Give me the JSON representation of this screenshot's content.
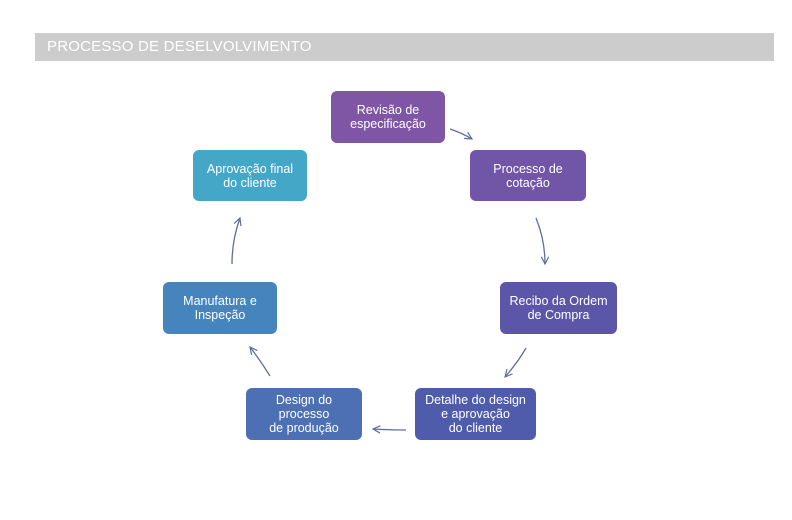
{
  "header": {
    "title": "PROCESSO DE DESELVOLVIMENTO"
  },
  "diagram": {
    "type": "cycle",
    "steps": [
      {
        "label": "Revisão de\nespecificação",
        "color": "#7f56a6"
      },
      {
        "label": "Processo de\ncotação",
        "color": "#7155a6"
      },
      {
        "label": "Recibo da Ordem\nde Compra",
        "color": "#5c56a8"
      },
      {
        "label": "Detalhe do design\ne aprovação\ndo cliente",
        "color": "#4f5cac"
      },
      {
        "label": "Design do processo\nde produção",
        "color": "#4c70b3"
      },
      {
        "label": "Manufatura e\nInspeção",
        "color": "#4684bd"
      },
      {
        "label": "Aprovação final\ndo cliente",
        "color": "#44a7c8"
      }
    ],
    "arrow_color": "#5f6e9c"
  }
}
